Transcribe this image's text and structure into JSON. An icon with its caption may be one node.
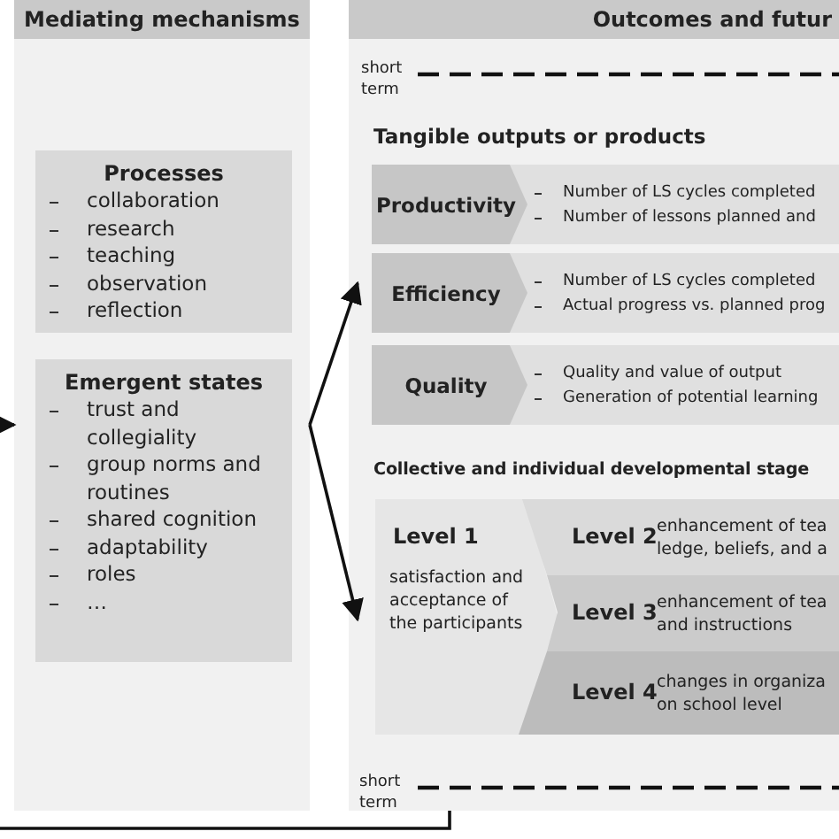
{
  "diagram": {
    "nodes": [
      {
        "text": [
          "Mediating mechanisms"
        ]
      },
      {
        "text": [
          "Processes",
          "collaboration",
          "research",
          "teaching",
          "observation",
          "reflection"
        ],
        "in": 0
      },
      {
        "text": [
          "Emergent states",
          "trust and collegiality",
          "group norms and routines",
          "shared cognition",
          "adaptability",
          "roles",
          "…"
        ],
        "in": 0
      },
      {
        "text": [
          "Outcomes and futur"
        ]
      },
      {
        "text": [
          "Tangible outputs or products"
        ],
        "in": 3
      },
      {
        "text": [
          "Productivity",
          "Number of LS cycles completed",
          "Number of lessons planned and"
        ],
        "in": 4
      },
      {
        "text": [
          "Efficiency",
          "Number of LS cycles completed",
          "Actual progress vs. planned prog"
        ],
        "in": 4
      },
      {
        "text": [
          "Quality",
          "Quality and value of output",
          "Generation of potential learning"
        ],
        "in": 4
      },
      {
        "text": [
          "Collective and individual developmental stage"
        ],
        "in": 3
      },
      {
        "text": [
          "Level 1",
          "satisfaction and acceptance of the participants"
        ],
        "in": 8
      },
      {
        "text": [
          "Level 2",
          "enhancement of tea ledge, beliefs, and a"
        ],
        "in": 8
      },
      {
        "text": [
          "Level 3",
          "enhancement of tea and instructions"
        ],
        "in": 8
      },
      {
        "text": [
          "Level 4",
          "changes in organiza on school level"
        ],
        "in": 8
      }
    ],
    "edges": [
      {
        "from": null,
        "to": 0,
        "arrow": "to"
      },
      {
        "from": 0,
        "to": 4,
        "arrow": "to"
      },
      {
        "from": 0,
        "to": 8,
        "arrow": "to"
      },
      {
        "from": 3,
        "to": null,
        "arrow": "none"
      }
    ],
    "labels": [
      "short term",
      "short term"
    ]
  }
}
